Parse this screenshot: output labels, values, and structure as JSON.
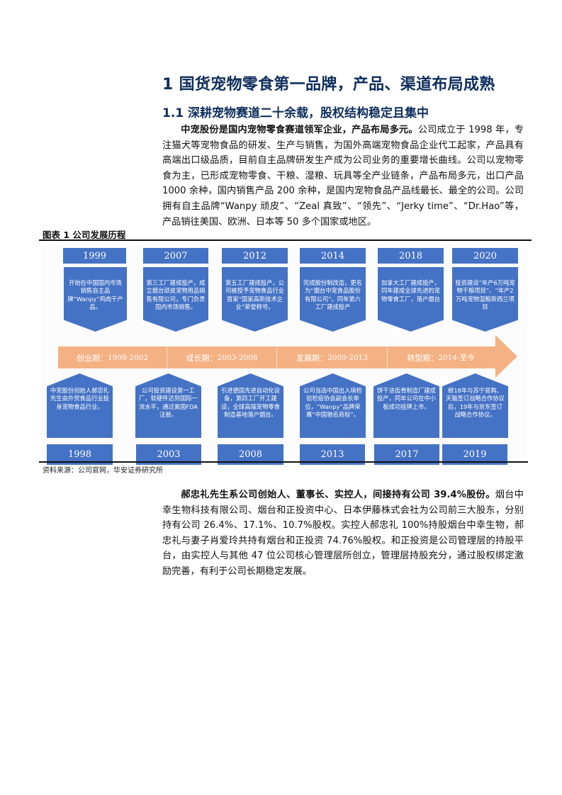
{
  "heading": {
    "h1": "1 国货宠物零食第一品牌，产品、渠道布局成熟",
    "h2": "1.1  深耕宠物赛道二十余载，股权结构稳定且集中"
  },
  "paragraph1": {
    "lead_bold": "中宠股份是国内宠物零食赛道领军企业，产品布局多元。",
    "body": "公司成立于 1998 年，专注猫犬等宠物食品的研发、生产与销售，为国外高端宠物食品企业代工起家，产品具有高端出口级品质，目前自主品牌研发生产成为公司业务的重要增长曲线。公司以宠物零食为主，已形成宠物零食、干粮、湿粮、玩具等全产业链条，产品布局多元，出口产品 1000 余种，国内销售产品 200 余种，是国内宠物食品产品线最长、最全的公司。公司拥有自主品牌“Wanpy 顽皮”、“Zeal 真致”、“领先”、“Jerky time”、“Dr.Hao”等，产品销往美国、欧洲、日本等 50 多个国家或地区。"
  },
  "figure": {
    "title": "图表 1  公司发展历程",
    "source": "资料来源：公司官网，华安证券研究所",
    "top_milestones": [
      {
        "year": "1999",
        "text": "开始在中国国内市场销售自主品牌“Wanpy”鸡肉干产品。"
      },
      {
        "year": "2007",
        "text": "第三工厂建成投产，成立烟台顽皮宠物用品销售有限公司，专门负责国内市场销售。"
      },
      {
        "year": "2012",
        "text": "第五工厂建成投产，公司被授予宠物食品行业首家“国家高新技术企业”荣誉称号。"
      },
      {
        "year": "2014",
        "text": "完成股份制改造，更名为“烟台中宠食品股份有限公司”。同年第六工厂建成投产"
      },
      {
        "year": "2018",
        "text": "加拿大工厂建成投产，同年建成全球先进的宠物零食工厂，落户烟台"
      },
      {
        "year": "2020",
        "text": "投资建设“年产6万吨宠物干粮项目”、“年产2万吨宠物湿粮新西兰项目"
      }
    ],
    "phases": [
      {
        "name": "创业期：",
        "range": "1998-2002"
      },
      {
        "name": "成长期：",
        "range": "2003-2008"
      },
      {
        "name": "发展期：",
        "range": "2009-2013"
      },
      {
        "name": "转型期：",
        "range": "2014-至今"
      }
    ],
    "bottom_milestones": [
      {
        "year": "1998",
        "text": "中宠股份创始人郝忠礼先生由外贸食品行业投身宠物食品行业。"
      },
      {
        "year": "2003",
        "text": "公司投资建设第一工厂，软硬件达到国际一流水平，通过美国FDA注册。"
      },
      {
        "year": "2008",
        "text": "引进德国先进自动化设备，第四工厂开工建设，全球高端宠物零食制造基地落户烟台。"
      },
      {
        "year": "2013",
        "text": "公司当选中国出入境检验检疫协会副会长单位，“Wanpy”品牌荣膺“中国驰名商标”。"
      },
      {
        "year": "2017",
        "text": "饼干洁齿骨制造厂建成投产，同年公司在中小板成功挂牌上市。"
      },
      {
        "year": "2019",
        "text": "继18年与苏宁易购、天猫签订战略合作协议后，19年与京东签订战略合作协议。"
      }
    ],
    "colors": {
      "box": "#4472c4",
      "arrow": "#f4b183"
    }
  },
  "paragraph2": {
    "lead_bold": "郝忠礼先生系公司创始人、董事长、实控人，间接持有公司 39.4%股份。",
    "body": "烟台中幸生物科技有限公司、烟台和正投资中心、日本伊藤株式会社为公司前三大股东，分别持有公司 26.4%、17.1%、10.7%股权。实控人郝忠礼 100%持股烟台中幸生物，郝忠礼与妻子肖爱玲共持有烟台和正投资 74.76%股权。和正投资是公司管理层的持股平台，由实控人与其他 47 位公司核心管理层所创立，管理层持股充分，通过股权绑定激励完善，有利于公司长期稳定发展。"
  }
}
